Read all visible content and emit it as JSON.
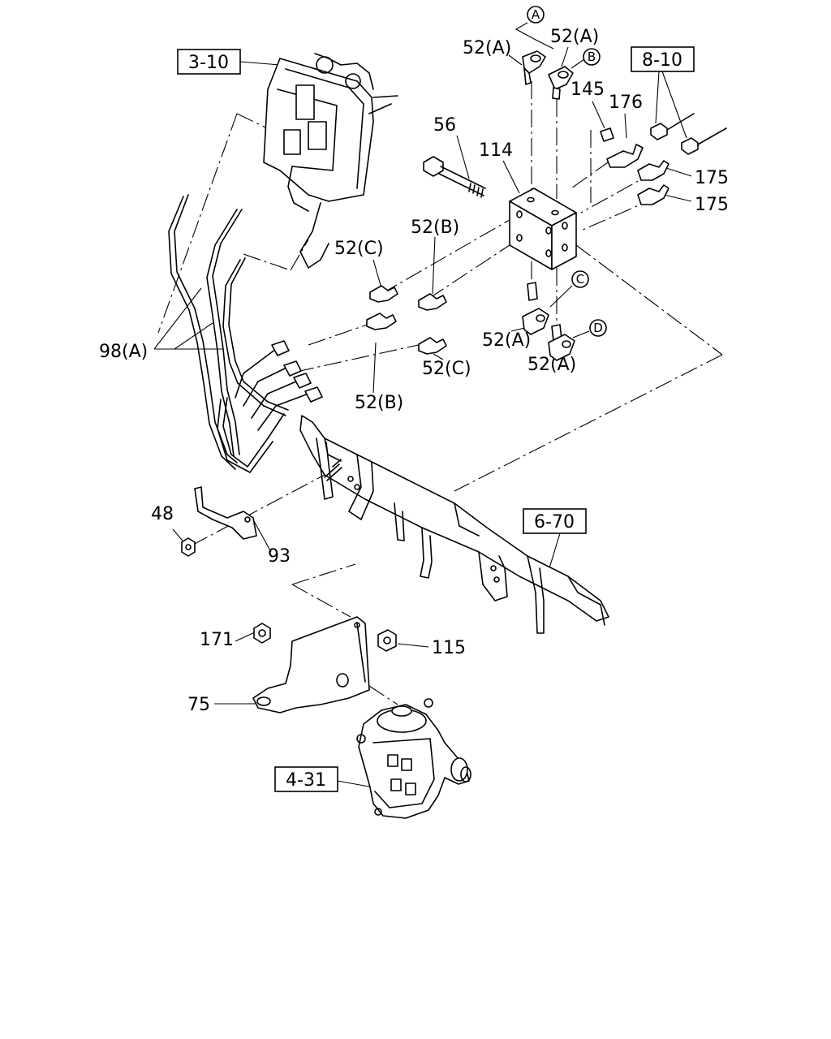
{
  "callouts": {
    "ref_3_10": "3-10",
    "ref_8_10": "8-10",
    "ref_6_70": "6-70",
    "ref_4_31": "4-31",
    "p52a_1": "52(A)",
    "p52a_2": "52(A)",
    "p145": "145",
    "p176": "176",
    "p56": "56",
    "p114": "114",
    "p175_1": "175",
    "p175_2": "175",
    "p52c_1": "52(C)",
    "p52b_1": "52(B)",
    "p98a": "98(A)",
    "p52a_3": "52(A)",
    "p52a_4": "52(A)",
    "p52c_2": "52(C)",
    "p52b_2": "52(B)",
    "p48": "48",
    "p93": "93",
    "p171": "171",
    "p115": "115",
    "p75": "75"
  },
  "circle_markers": {
    "a": "A",
    "b": "B",
    "c": "C",
    "d": "D"
  }
}
